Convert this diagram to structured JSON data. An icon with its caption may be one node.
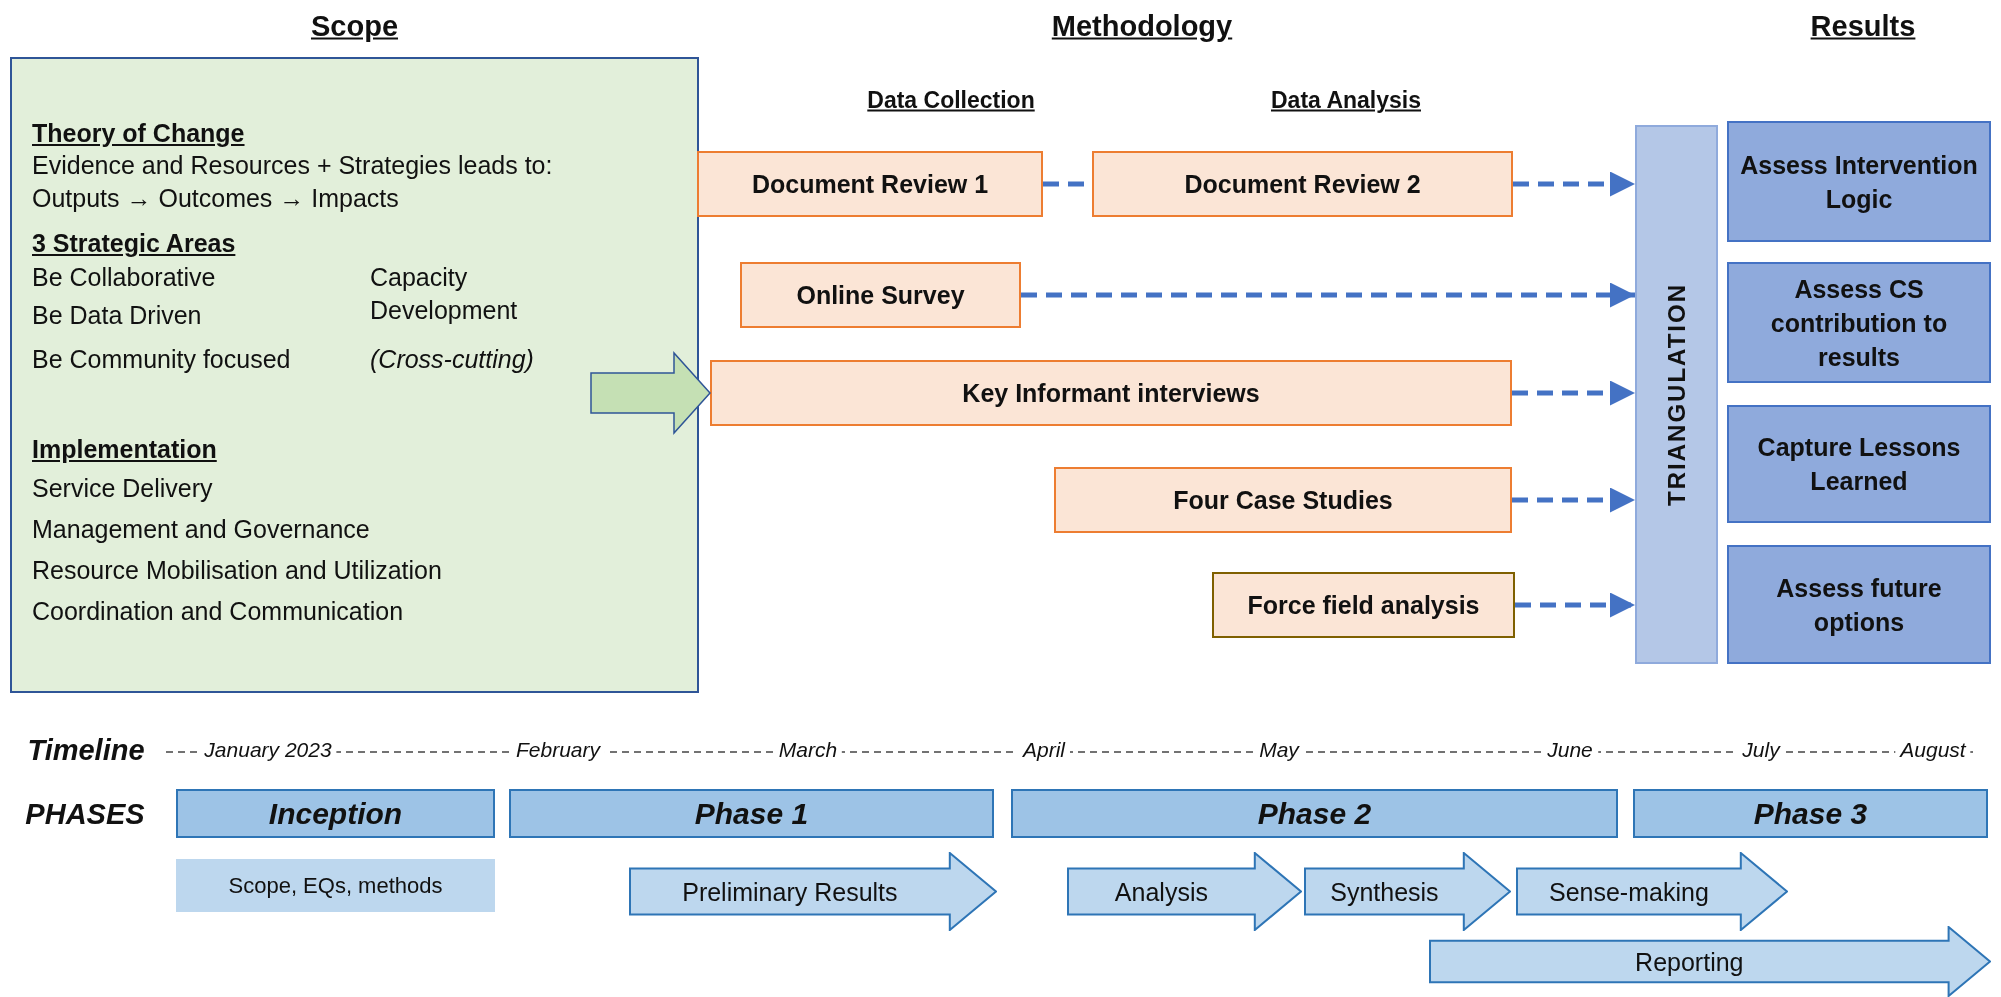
{
  "diagram": {
    "nodes": [
      {
        "text": [
          "Theory of Change",
          "Evidence and Resources + Strategies leads to: Outputs → Outcomes → Impacts",
          "3 Strategic Areas",
          "Be Collaborative",
          "Be Data Driven",
          "Be Community focused",
          "Capacity Development",
          "(Cross-cutting)",
          "Implementation",
          "Service Delivery",
          "Management and Governance",
          "Resource Mobilisation and Utilization",
          "Coordination and Communication"
        ],
        "beside": [
          "Scope"
        ]
      },
      {
        "text": [
          "Document Review 1"
        ]
      },
      {
        "text": [
          "Document Review 2"
        ]
      },
      {
        "text": [
          "Online Survey"
        ]
      },
      {
        "text": [
          "Key Informant interviews"
        ]
      },
      {
        "text": [
          "Four Case Studies"
        ]
      },
      {
        "text": [
          "Force field analysis"
        ]
      },
      {
        "text": [
          "TRIANGULATION"
        ]
      },
      {
        "text": [
          "Assess Intervention Logic"
        ]
      },
      {
        "text": [
          "Assess CS contribution to results"
        ]
      },
      {
        "text": [
          "Capture Lessons Learned"
        ]
      },
      {
        "text": [
          "Assess future options"
        ]
      },
      {
        "text": [
          "Inception"
        ]
      },
      {
        "text": [
          "Phase 1"
        ]
      },
      {
        "text": [
          "Phase 2"
        ]
      },
      {
        "text": [
          "Phase 3"
        ]
      },
      {
        "text": [
          "Scope, EQs, methods"
        ]
      },
      {
        "text": [
          "Preliminary Results"
        ]
      },
      {
        "text": [
          "Analysis"
        ]
      },
      {
        "text": [
          "Synthesis"
        ]
      },
      {
        "text": [
          "Sense-making"
        ]
      },
      {
        "text": [
          "Reporting"
        ]
      }
    ],
    "edges": [
      {
        "from": 0,
        "to": 4,
        "arrow": "to",
        "style": "thick",
        "color": "#c5e0b4"
      },
      {
        "from": 1,
        "to": 2,
        "arrow": "none",
        "style": "dashed"
      },
      {
        "from": 2,
        "to": 7,
        "arrow": "to",
        "style": "dashed"
      },
      {
        "from": 3,
        "to": 7,
        "arrow": "to",
        "style": "dashed"
      },
      {
        "from": 4,
        "to": 7,
        "arrow": "to",
        "style": "dashed"
      },
      {
        "from": 5,
        "to": 7,
        "arrow": "to",
        "style": "dashed"
      },
      {
        "from": 6,
        "to": 7,
        "arrow": "to",
        "style": "dashed"
      }
    ],
    "labels": [
      "Methodology",
      "Results",
      "Data Collection",
      "Data Analysis",
      "Timeline",
      "January 2023",
      "February",
      "March",
      "April",
      "May",
      "June",
      "July",
      "August",
      "PHASES"
    ]
  }
}
